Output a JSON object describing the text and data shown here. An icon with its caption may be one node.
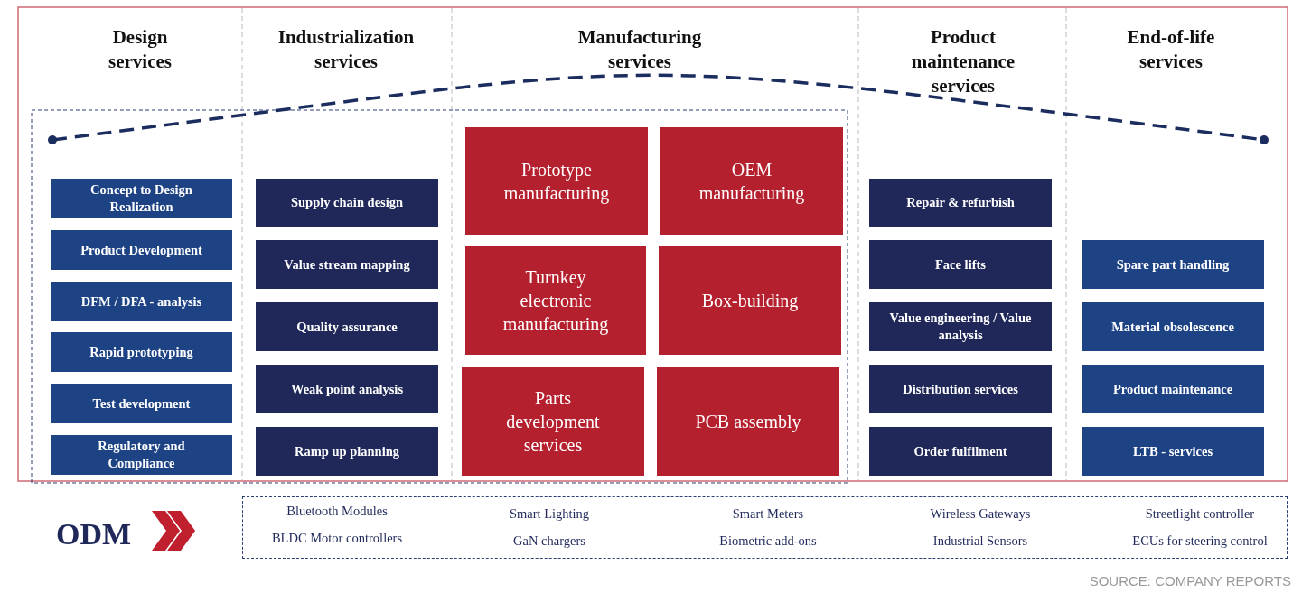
{
  "diagram": {
    "nodes": [
      {
        "text": [
          "Concept to Design Realization"
        ]
      },
      {
        "text": [
          "Product Development"
        ]
      },
      {
        "text": [
          "DFM / DFA - analysis"
        ]
      },
      {
        "text": [
          "Rapid prototyping"
        ]
      },
      {
        "text": [
          "Test development"
        ]
      },
      {
        "text": [
          "Regulatory and Compliance"
        ]
      },
      {
        "text": [
          "Supply chain design"
        ]
      },
      {
        "text": [
          "Value stream mapping"
        ]
      },
      {
        "text": [
          "Quality assurance"
        ]
      },
      {
        "text": [
          "Weak point analysis"
        ]
      },
      {
        "text": [
          "Ramp up planning"
        ]
      },
      {
        "text": [
          "Prototype manufacturing"
        ]
      },
      {
        "text": [
          "OEM manufacturing"
        ]
      },
      {
        "text": [
          "Turnkey electronic manufacturing"
        ]
      },
      {
        "text": [
          "Box-building"
        ]
      },
      {
        "text": [
          "Parts development services"
        ]
      },
      {
        "text": [
          "PCB assembly"
        ]
      },
      {
        "text": [
          "Repair & refurbish"
        ]
      },
      {
        "text": [
          "Face lifts"
        ]
      },
      {
        "text": [
          "Value engineering / Value analysis"
        ]
      },
      {
        "text": [
          "Distribution services"
        ]
      },
      {
        "text": [
          "Order fulfilment"
        ]
      },
      {
        "text": [
          "Spare part handling"
        ]
      },
      {
        "text": [
          "Material obsolescence"
        ]
      },
      {
        "text": [
          "Product maintenance"
        ]
      },
      {
        "text": [
          "LTB - services"
        ]
      },
      {
        "text": [
          "Bluetooth Modules",
          "BLDC Motor controllers",
          "Smart Lighting",
          "GaN chargers",
          "Smart Meters",
          "Biometric add-ons",
          "Wireless Gateways",
          "Industrial Sensors",
          "Streetlight controller",
          "ECUs for steering control"
        ]
      }
    ],
    "labels": [
      "Design services",
      "Industrialization services",
      "Manufacturing services",
      "Product maintenance services",
      "End-of-life services",
      "ODM",
      "SOURCE: COMPANY REPORTS"
    ]
  }
}
